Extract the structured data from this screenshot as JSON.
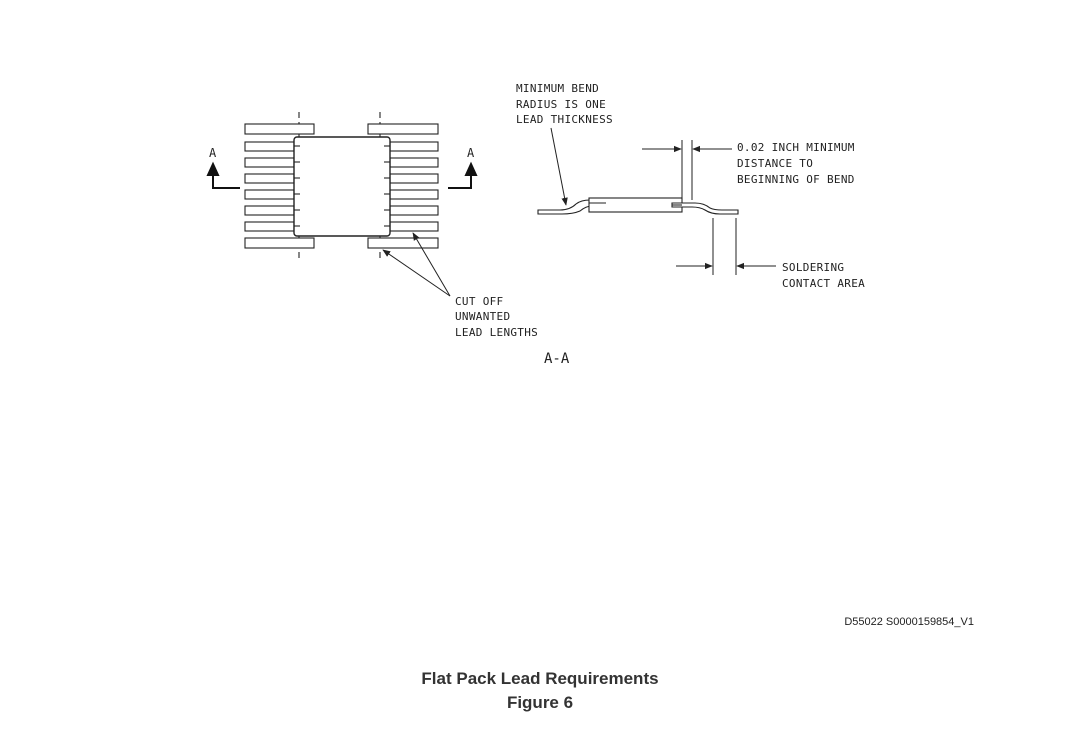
{
  "diagram": {
    "section_marker_left": "A",
    "section_marker_right": "A",
    "section_label": "A-A",
    "bend_note": [
      "MINIMUM BEND",
      "RADIUS IS ONE",
      "LEAD THICKNESS"
    ],
    "distance_note": [
      "0.02 INCH MINIMUM",
      "DISTANCE TO",
      "BEGINNING OF BEND"
    ],
    "solder_note": [
      "SOLDERING",
      "CONTACT AREA"
    ],
    "cut_note": [
      "CUT OFF",
      "UNWANTED",
      "LEAD LENGTHS"
    ]
  },
  "identifier": "D55022 S0000159854_V1",
  "caption": {
    "title": "Flat Pack Lead Requirements",
    "figure": "Figure 6"
  }
}
